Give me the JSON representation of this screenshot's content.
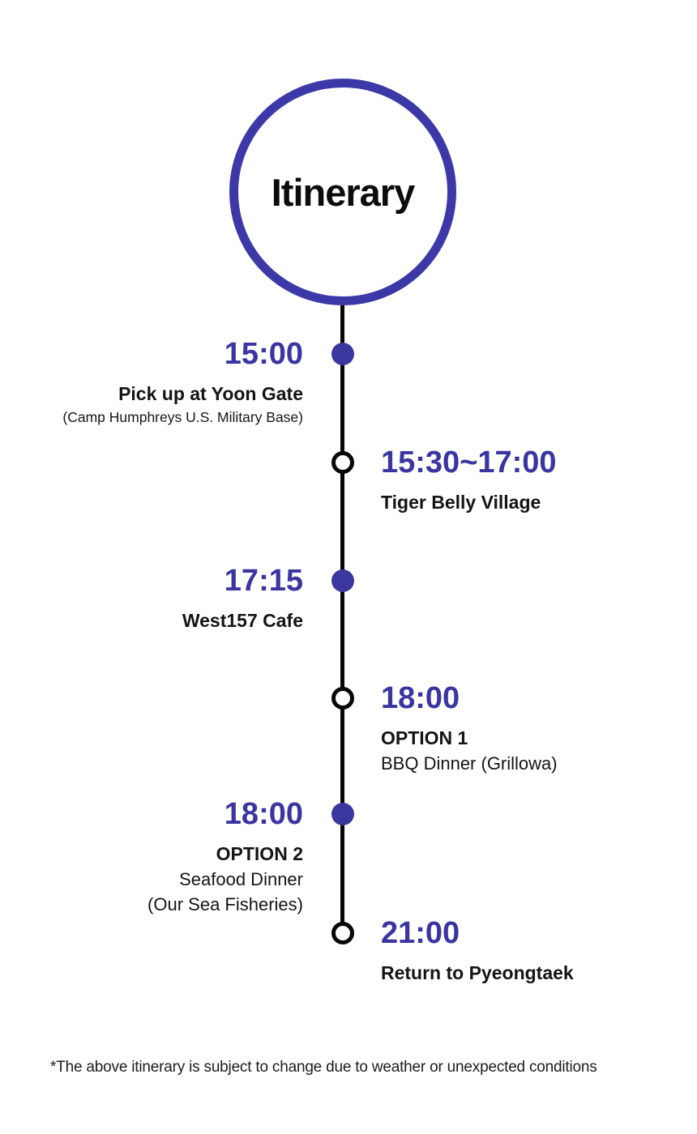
{
  "title": "Itinerary",
  "colors": {
    "circle_indigo": "#3c38a8",
    "dot_indigo": "#3b379e",
    "time_indigo": "#3a35a1",
    "line_black": "#070707"
  },
  "timeline": {
    "items": [
      {
        "time": "15:00",
        "title": "Pick up at Yoon Gate",
        "subtitle": "(Camp Humphreys U.S. Military Base)",
        "dot": "filled",
        "side": "left"
      },
      {
        "time": "15:30~17:00",
        "title": "Tiger Belly Village",
        "dot": "hollow",
        "side": "right"
      },
      {
        "time": "17:15",
        "title": "West157 Cafe",
        "dot": "filled",
        "side": "left"
      },
      {
        "time": "18:00",
        "option": "OPTION 1",
        "detail": "BBQ Dinner (Grillowa)",
        "dot": "hollow",
        "side": "right"
      },
      {
        "time": "18:00",
        "option": "OPTION 2",
        "detail_1": "Seafood Dinner",
        "detail_2": "(Our Sea Fisheries)",
        "dot": "filled",
        "side": "left"
      },
      {
        "time": "21:00",
        "title": "Return to Pyeongtaek",
        "dot": "hollow",
        "side": "right"
      }
    ]
  },
  "footnote": "*The above itinerary is subject to change due to weather or unexpected conditions"
}
